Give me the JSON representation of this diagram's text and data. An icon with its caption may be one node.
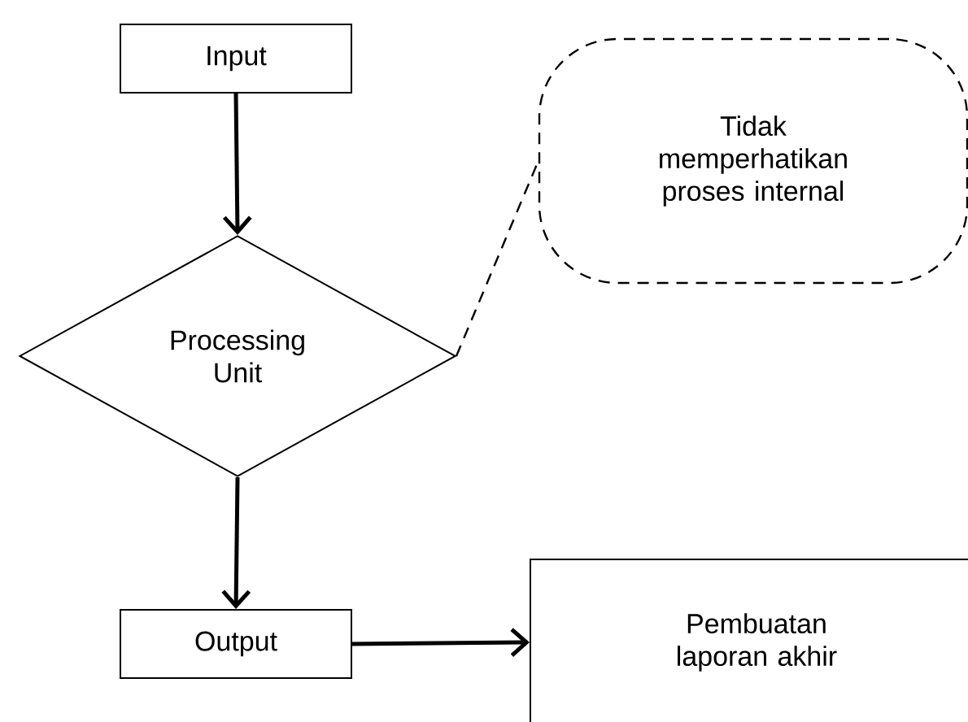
{
  "diagram": {
    "nodes": [
      {
        "text": [
          "Input"
        ]
      },
      {
        "text": [
          "Processing Unit"
        ]
      },
      {
        "text": [
          "Tidak memperhatikan proses internal"
        ]
      },
      {
        "text": [
          "Output"
        ]
      },
      {
        "text": [
          "Pembuatan laporan akhir"
        ]
      }
    ],
    "edges": [
      {
        "from": 0,
        "to": 1,
        "arrow": "to"
      },
      {
        "from": 1,
        "to": 2,
        "arrow": "none",
        "style": "dashed"
      },
      {
        "from": 1,
        "to": 3,
        "arrow": "to"
      },
      {
        "from": 3,
        "to": 4,
        "arrow": "to"
      }
    ]
  }
}
